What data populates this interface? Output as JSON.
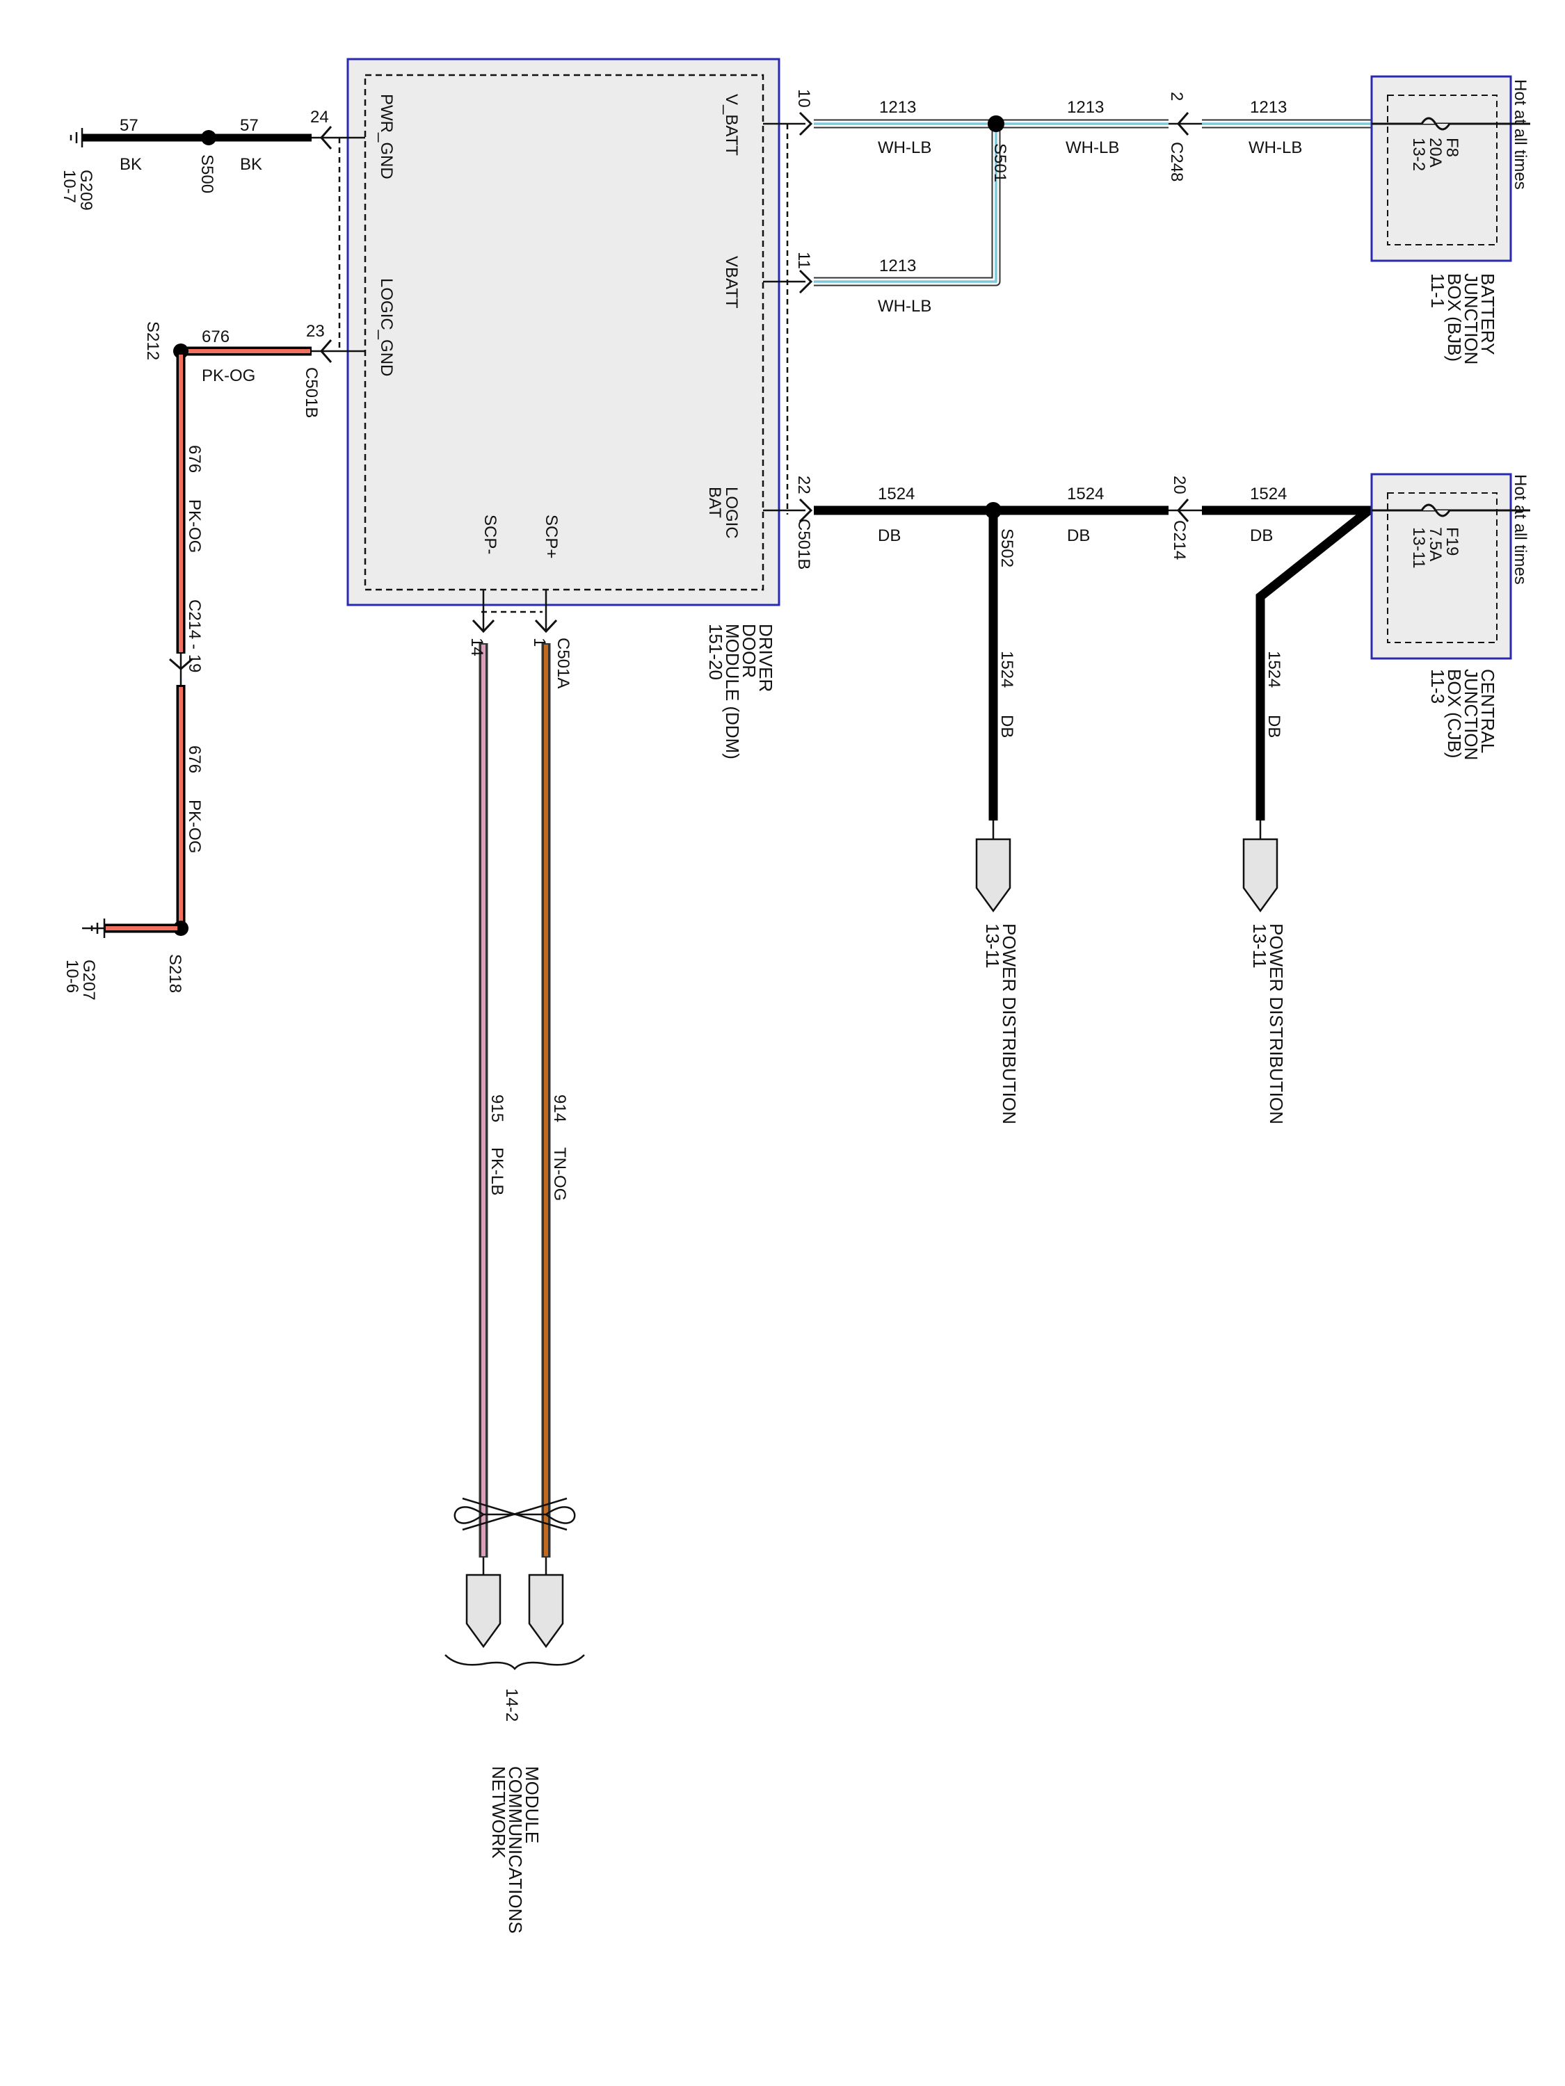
{
  "ddm": {
    "name_lines": [
      "DRIVER",
      "DOOR",
      "MODULE (DDM)",
      "151-20"
    ],
    "pins": {
      "pwr_gnd": "PWR_GND",
      "logic_gnd": "LOGIC_GND",
      "v_batt": "V_BATT",
      "vbatt": "VBATT",
      "logic_bat_1": "LOGIC",
      "logic_bat_2": "BAT",
      "scp_minus": "SCP-",
      "scp_plus": "SCP+"
    }
  },
  "bjb": {
    "name_lines": [
      "BATTERY",
      "JUNCTION",
      "BOX (BJB)",
      "11-1"
    ],
    "fuse_lines": [
      "F8",
      "20A",
      "13-2"
    ],
    "hot": "Hot at all times"
  },
  "cjb": {
    "name_lines": [
      "CENTRAL",
      "JUNCTION",
      "BOX (CJB)",
      "11-3"
    ],
    "fuse_lines": [
      "F19",
      "7.5A",
      "13-11"
    ],
    "hot": "Hot at all times"
  },
  "wires": {
    "ground_57": {
      "circuit": "57",
      "color": "BK",
      "ground_id": "G209",
      "ground_page": "10-7",
      "splice": "S500",
      "pin": "24"
    },
    "ground_676": {
      "circuit": "676",
      "color": "PK-OG",
      "splice_top": "S212",
      "splice_bottom": "S218",
      "connector_b": "C501B",
      "pin": "23",
      "inline_connector": "C214 - 19",
      "ground_id": "G207",
      "ground_page": "10-6"
    },
    "batt_1213": {
      "circuit": "1213",
      "color": "WH-LB",
      "pin_vbatt_top": "10",
      "pin_vbatt_bottom": "11",
      "splice": "S501",
      "connector": "C248",
      "connector_pin": "2"
    },
    "logic_1524": {
      "circuit": "1524",
      "color": "DB",
      "pin": "22",
      "connector_ddm": "C501B",
      "splice": "S502",
      "connector": "C214",
      "connector_pin": "20"
    },
    "scp_915": {
      "circuit": "915",
      "color": "PK-LB",
      "pin": "14"
    },
    "scp_914": {
      "circuit": "914",
      "color": "TN-OG",
      "pin": "1",
      "connector": "C501A"
    }
  },
  "power_dist": {
    "lines": [
      "POWER DISTRIBUTION",
      "13-11"
    ]
  },
  "network": {
    "page": "14-2",
    "lines": [
      "MODULE",
      "COMMUNICATIONS",
      "NETWORK"
    ]
  },
  "colors": {
    "bk": "#000000",
    "pk_og_fill": "#f07060",
    "wh_lb_fill": "#7fc8dc",
    "pk_lb_fill": "#d9a0b8",
    "tn_og_fill": "#c46a1e",
    "box_border": "#2a2ab0",
    "box_fill": "#ececec"
  }
}
